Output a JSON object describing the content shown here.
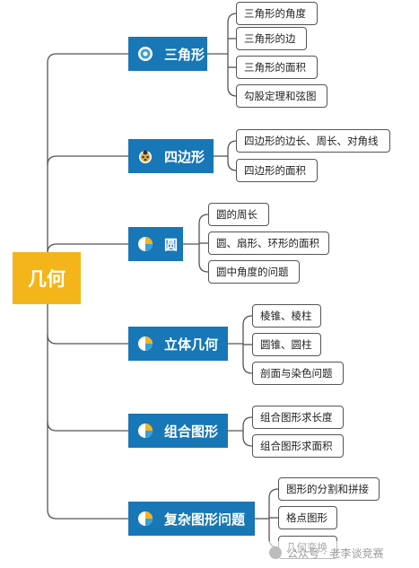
{
  "root": {
    "label": "几何"
  },
  "categories": [
    {
      "label": "三角形",
      "icon": "target-icon",
      "items": [
        "三角形的角度",
        "三角形的边",
        "三角形的面积",
        "勾股定理和弦图"
      ]
    },
    {
      "label": "四边形",
      "icon": "ladybug-icon",
      "items": [
        "四边形的边长、周长、对角线",
        "四边形的面积"
      ]
    },
    {
      "label": "圆",
      "icon": "pie-chart-icon",
      "items": [
        "圆的周长",
        "圆、扇形、环形的面积",
        "圆中角度的问题"
      ]
    },
    {
      "label": "立体几何",
      "icon": "pie-chart-icon",
      "items": [
        "棱锥、棱柱",
        "圆锥、圆柱",
        "剖面与染色问题"
      ]
    },
    {
      "label": "组合图形",
      "icon": "pie-chart-icon",
      "items": [
        "组合图形求长度",
        "组合图形求面积"
      ]
    },
    {
      "label": "复杂图形问题",
      "icon": "pie-chart-icon",
      "items": [
        "图形的分割和拼接",
        "格点图形",
        "几何变换"
      ]
    }
  ],
  "watermark": "公众号 · 老李谈竞赛",
  "colors": {
    "root": "#f4b51a",
    "category": "#1877b6",
    "line": "#555555"
  }
}
